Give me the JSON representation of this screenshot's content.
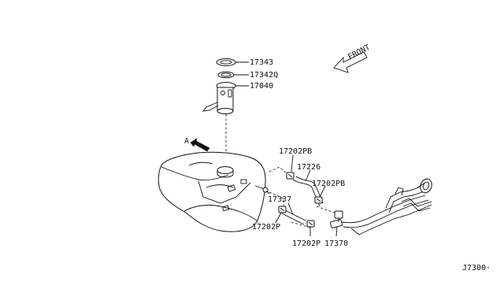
{
  "diagram": {
    "parts": [
      {
        "id": "p17343",
        "label": "17343"
      },
      {
        "id": "p17342q",
        "label": "17342Q"
      },
      {
        "id": "p17040",
        "label": "17040"
      },
      {
        "id": "p17202pb_top",
        "label": "17202PB"
      },
      {
        "id": "p17226",
        "label": "17226"
      },
      {
        "id": "p17202pb_right",
        "label": "17202PB"
      },
      {
        "id": "p17337",
        "label": "17337"
      },
      {
        "id": "p17202p_left",
        "label": "17202P"
      },
      {
        "id": "p17202p_bottom",
        "label": "17202P"
      },
      {
        "id": "p17370",
        "label": "17370"
      }
    ],
    "view_marker": "A",
    "direction_label": "FRONT",
    "figure_code": "J7300·"
  }
}
